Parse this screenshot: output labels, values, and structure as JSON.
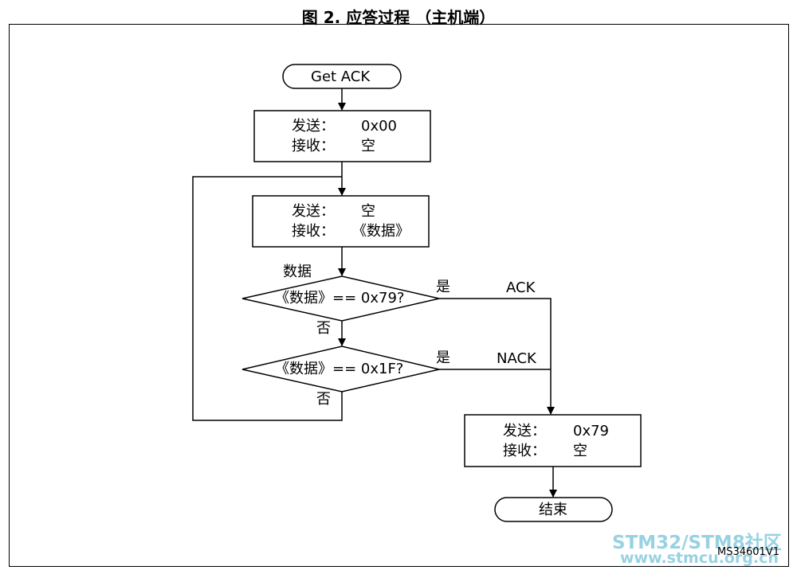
{
  "title": "图 2. 应答过程 （主机端）",
  "start": {
    "label": "Get ACK"
  },
  "box1": {
    "send_label": "发送：",
    "send_value": "0x00",
    "recv_label": "接收：",
    "recv_value": "空"
  },
  "box2": {
    "send_label": "发送：",
    "send_value": "空",
    "recv_label": "接收：",
    "recv_value": "《数据》"
  },
  "data_label": "数据",
  "decision1": {
    "text": "《数据》== 0x79?",
    "yes": "是",
    "no": "否",
    "result": "ACK"
  },
  "decision2": {
    "text": "《数据》== 0x1F?",
    "yes": "是",
    "no": "否",
    "result": "NACK"
  },
  "box3": {
    "send_label": "发送：",
    "send_value": "0x79",
    "recv_label": "接收：",
    "recv_value": "空"
  },
  "end": {
    "label": "结束"
  },
  "figure_code": "MS34601V1",
  "watermark": {
    "line1": "STM32/STM8社区",
    "line2": "www.stmcu.org.cn"
  }
}
